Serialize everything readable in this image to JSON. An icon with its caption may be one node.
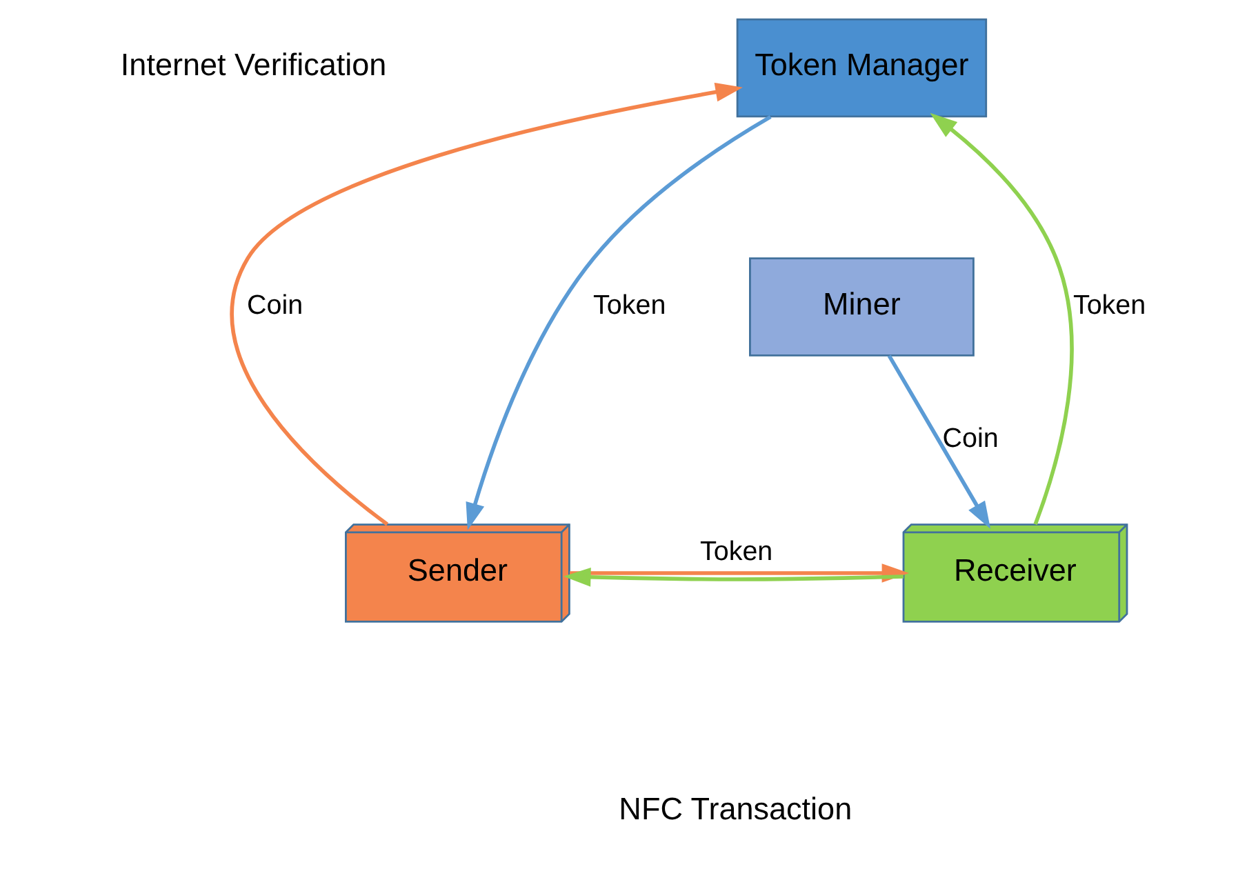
{
  "diagram": {
    "nodes": [
      {
        "text": [
          "Token Manager"
        ]
      },
      {
        "text": [
          "Miner"
        ]
      },
      {
        "text": [
          "Sender"
        ]
      },
      {
        "text": [
          "Receiver"
        ]
      }
    ],
    "edges": [
      {
        "from": 2,
        "to": 0,
        "arrow": "to",
        "label": "Coin",
        "color": "#f4844c"
      },
      {
        "from": 0,
        "to": 2,
        "arrow": "to",
        "label": "Token",
        "color": "#5b9bd5"
      },
      {
        "from": 3,
        "to": 0,
        "arrow": "to",
        "label": "Token",
        "color": "#8fd14f"
      },
      {
        "from": 1,
        "to": 3,
        "arrow": "to",
        "label": "Coin",
        "color": "#5b9bd5"
      },
      {
        "from": 2,
        "to": 3,
        "arrow": "to",
        "label": "Token",
        "color": "#f4844c"
      },
      {
        "from": 3,
        "to": 2,
        "arrow": "to",
        "color": "#8fd14f"
      }
    ],
    "labels": [
      "Internet Verification",
      "NFC Transaction"
    ]
  }
}
